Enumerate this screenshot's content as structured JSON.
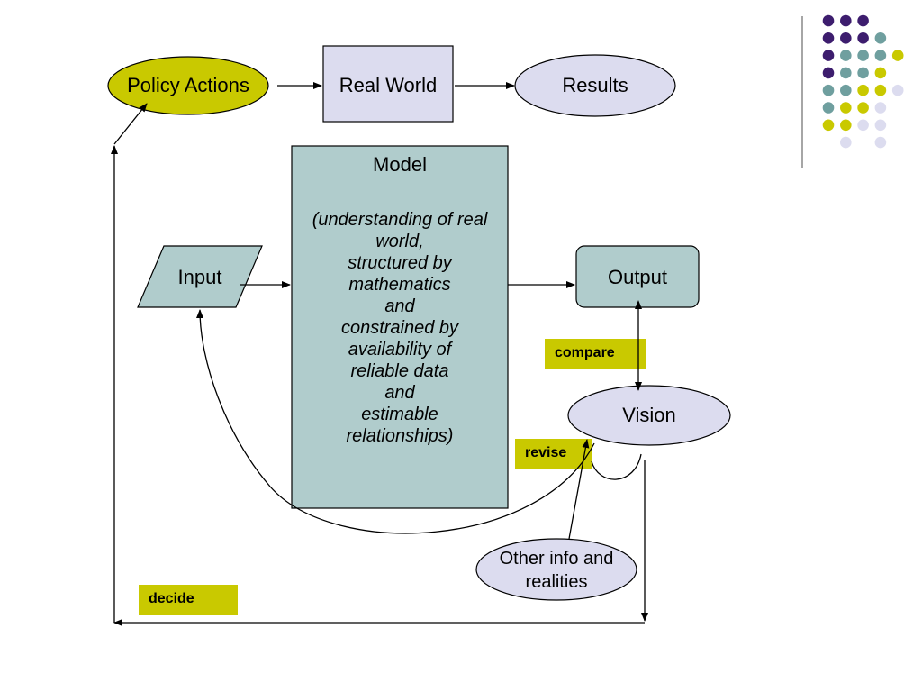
{
  "colors": {
    "olive": "#c9c900",
    "lavender": "#dcdcef",
    "teal_gray": "#b0cccc",
    "purple": "#3d1d6e",
    "teal": "#6f9f9f",
    "stroke": "#000000",
    "sep_line": "#888888"
  },
  "nodes": {
    "policy_actions": "Policy Actions",
    "real_world": "Real World",
    "results": "Results",
    "input": "Input",
    "output": "Output",
    "vision": "Vision",
    "model_title": "Model",
    "model_desc": [
      "(understanding of real",
      "world,",
      "structured by",
      "mathematics",
      "and",
      "constrained by",
      "availability of",
      "reliable data",
      "and",
      "estimable",
      "relationships)"
    ],
    "other_info": [
      "Other info and",
      "realities"
    ]
  },
  "tags": {
    "compare": "compare",
    "revise": "revise",
    "decide": "decide"
  },
  "decor_dots": [
    [
      "purple",
      "purple",
      "purple",
      "",
      ""
    ],
    [
      "purple",
      "purple",
      "purple",
      "teal",
      ""
    ],
    [
      "purple",
      "teal",
      "teal",
      "teal",
      "olive"
    ],
    [
      "purple",
      "teal",
      "teal",
      "olive",
      ""
    ],
    [
      "teal",
      "teal",
      "olive",
      "olive",
      "lavender"
    ],
    [
      "teal",
      "olive",
      "olive",
      "lavender",
      ""
    ],
    [
      "olive",
      "olive",
      "lavender",
      "lavender",
      ""
    ],
    [
      "",
      "lavender",
      "",
      "lavender",
      ""
    ]
  ]
}
